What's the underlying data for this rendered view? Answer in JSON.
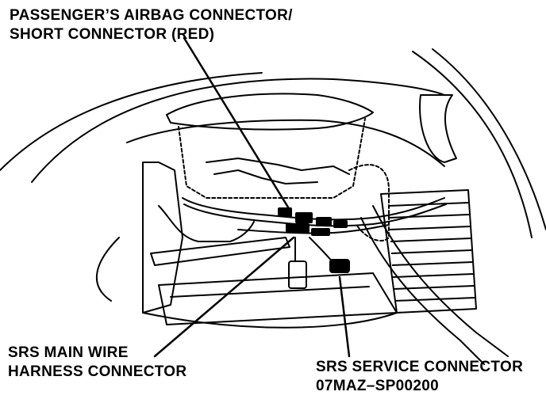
{
  "labels": {
    "passenger_airbag_connector": {
      "line1": "PASSENGER’S AIRBAG CONNECTOR/",
      "line2": "SHORT CONNECTOR (RED)"
    },
    "srs_main_wire_harness": {
      "line1": "SRS MAIN WIRE",
      "line2": "HARNESS CONNECTOR"
    },
    "srs_service_connector": {
      "line1": "SRS SERVICE CONNECTOR",
      "line2": "07MAZ–SP00200"
    }
  },
  "colors": {
    "ink": "#000000",
    "paper": "#ffffff"
  }
}
